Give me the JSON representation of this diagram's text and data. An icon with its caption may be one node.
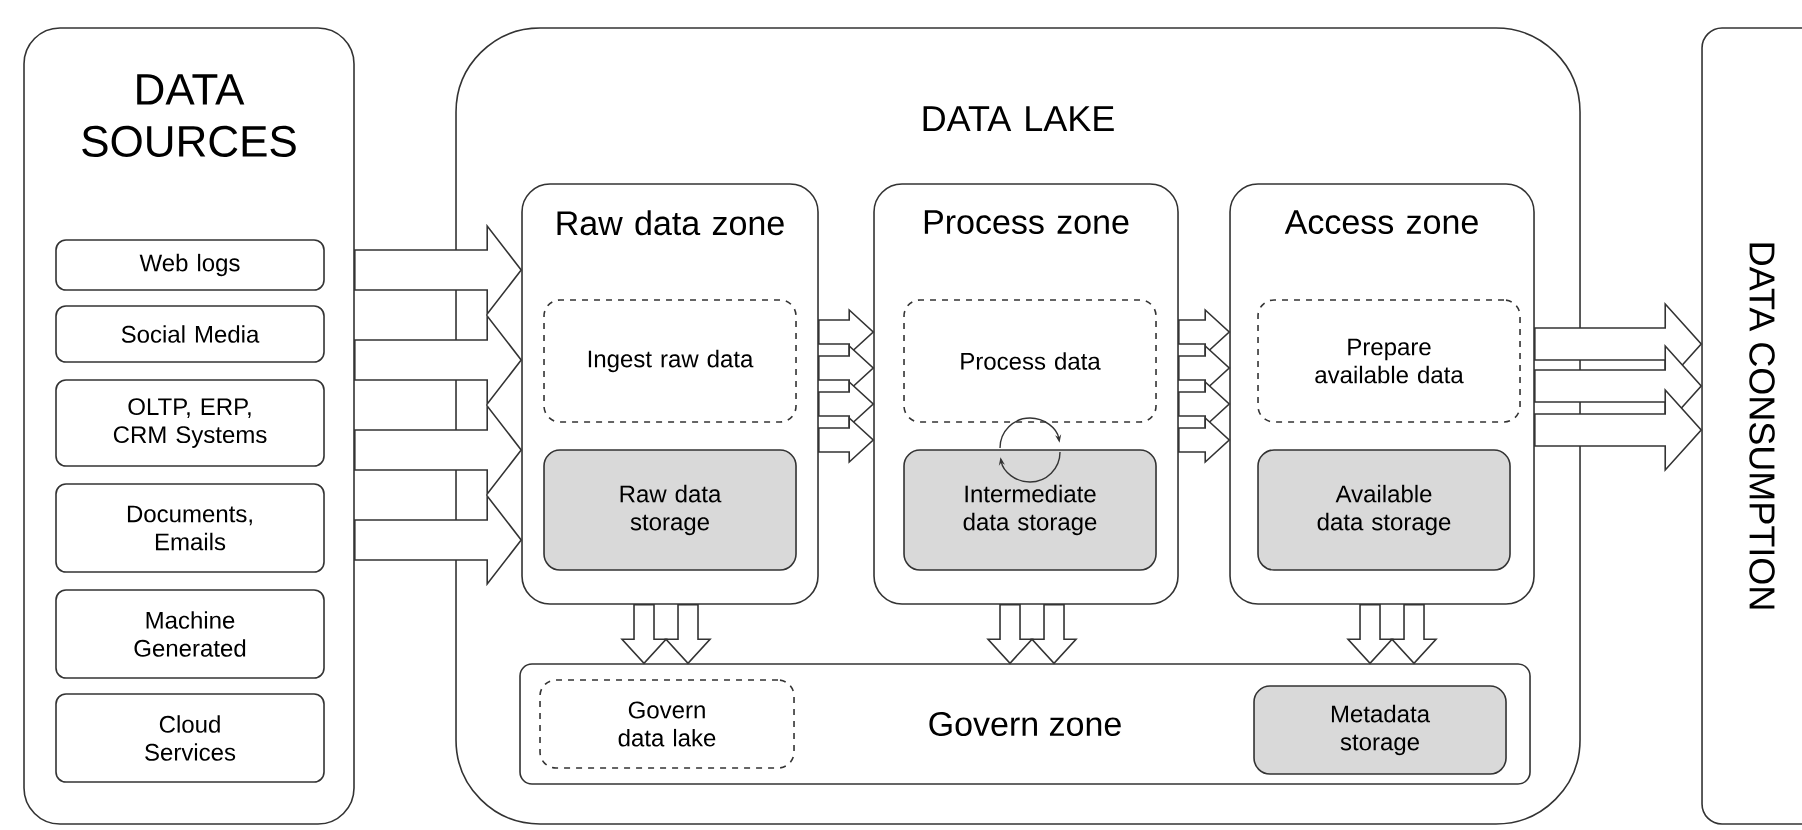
{
  "diagram": {
    "nodes": [
      {
        "text": [
          "DATA SOURCES"
        ]
      },
      {
        "text": [
          "Web logs"
        ],
        "in": 0
      },
      {
        "text": [
          "Social Media"
        ],
        "in": 0
      },
      {
        "text": [
          "OLTP, ERP, CRM Systems"
        ],
        "in": 0
      },
      {
        "text": [
          "Documents, Emails"
        ],
        "in": 0
      },
      {
        "text": [
          "Machine Generated"
        ],
        "in": 0
      },
      {
        "text": [
          "Cloud Services"
        ],
        "in": 0
      },
      {
        "text": [
          "DATA LAKE"
        ]
      },
      {
        "text": [
          "Raw data zone"
        ],
        "in": 7
      },
      {
        "text": [
          "Ingest raw data"
        ],
        "in": 8
      },
      {
        "text": [
          "Raw data storage"
        ],
        "in": 8
      },
      {
        "text": [
          "Process zone"
        ],
        "in": 7
      },
      {
        "text": [
          "Process data"
        ],
        "in": 11
      },
      {
        "text": [
          "Intermediate data storage"
        ],
        "in": 11
      },
      {
        "text": [
          "Access zone"
        ],
        "in": 7
      },
      {
        "text": [
          "Prepare available data"
        ],
        "in": 14
      },
      {
        "text": [
          "Available data storage"
        ],
        "in": 14
      },
      {
        "text": [
          "Govern zone"
        ],
        "in": 7
      },
      {
        "text": [
          "Govern data lake"
        ],
        "in": 17
      },
      {
        "text": [
          "Metadata storage"
        ],
        "in": 17
      },
      {
        "text": [
          "DATA CONSUMPTION"
        ]
      }
    ],
    "edges": [
      {
        "from": 0,
        "to": 8,
        "arrow": "to"
      },
      {
        "from": 0,
        "to": 8,
        "arrow": "to"
      },
      {
        "from": 0,
        "to": 8,
        "arrow": "to"
      },
      {
        "from": 0,
        "to": 8,
        "arrow": "to"
      },
      {
        "from": 8,
        "to": 11,
        "arrow": "to"
      },
      {
        "from": 8,
        "to": 11,
        "arrow": "to"
      },
      {
        "from": 8,
        "to": 11,
        "arrow": "to"
      },
      {
        "from": 8,
        "to": 11,
        "arrow": "to"
      },
      {
        "from": 11,
        "to": 14,
        "arrow": "to"
      },
      {
        "from": 11,
        "to": 14,
        "arrow": "to"
      },
      {
        "from": 11,
        "to": 14,
        "arrow": "to"
      },
      {
        "from": 11,
        "to": 14,
        "arrow": "to"
      },
      {
        "from": 14,
        "to": 20,
        "arrow": "to"
      },
      {
        "from": 14,
        "to": 20,
        "arrow": "to"
      },
      {
        "from": 14,
        "to": 20,
        "arrow": "to"
      },
      {
        "from": 8,
        "to": 17,
        "arrow": "to"
      },
      {
        "from": 8,
        "to": 17,
        "arrow": "to"
      },
      {
        "from": 11,
        "to": 17,
        "arrow": "to"
      },
      {
        "from": 11,
        "to": 17,
        "arrow": "to"
      },
      {
        "from": 14,
        "to": 17,
        "arrow": "to"
      },
      {
        "from": 14,
        "to": 17,
        "arrow": "to"
      }
    ]
  }
}
